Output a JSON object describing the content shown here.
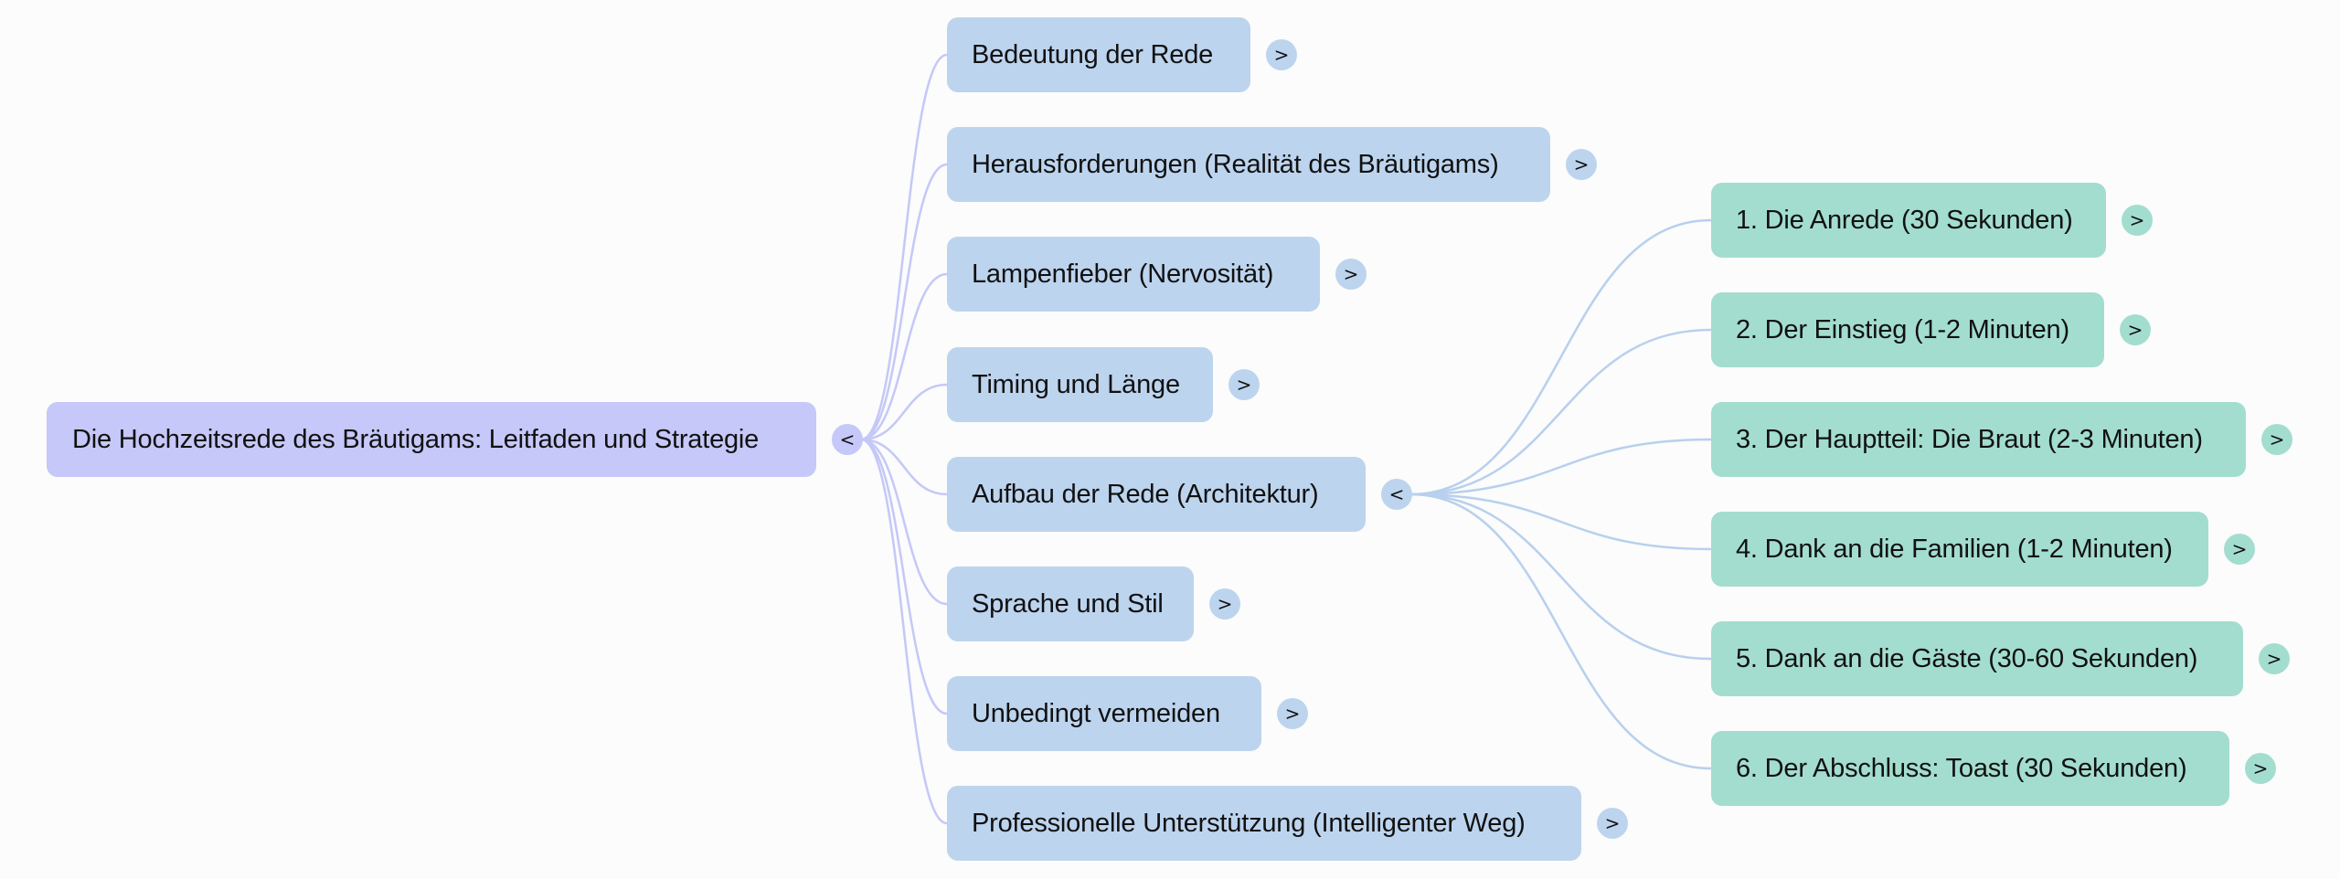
{
  "colors": {
    "background": "#fbfcfb",
    "root": "#c5c8f8",
    "level1": "#bdd4ee",
    "level2": "#a3ddcf",
    "root_links": "#c5c8f7",
    "level1_links": "#b8d0ee"
  },
  "mindmap": {
    "root": {
      "label": "Die Hochzeitsrede des Bräutigams: Leitfaden und Strategie",
      "toggle": "<",
      "toggle_icon": "collapse-icon"
    },
    "children": [
      {
        "label": "Bedeutung der Rede",
        "toggle": ">",
        "toggle_icon": "expand-icon"
      },
      {
        "label": "Herausforderungen (Realität des Bräutigams)",
        "toggle": ">",
        "toggle_icon": "expand-icon"
      },
      {
        "label": "Lampenfieber (Nervosität)",
        "toggle": ">",
        "toggle_icon": "expand-icon"
      },
      {
        "label": "Timing und Länge",
        "toggle": ">",
        "toggle_icon": "expand-icon"
      },
      {
        "label": "Aufbau der Rede (Architektur)",
        "toggle": "<",
        "toggle_icon": "collapse-icon",
        "children": [
          {
            "label": "1. Die Anrede (30 Sekunden)",
            "toggle": ">",
            "toggle_icon": "expand-icon"
          },
          {
            "label": "2. Der Einstieg (1-2 Minuten)",
            "toggle": ">",
            "toggle_icon": "expand-icon"
          },
          {
            "label": "3. Der Hauptteil: Die Braut (2-3 Minuten)",
            "toggle": ">",
            "toggle_icon": "expand-icon"
          },
          {
            "label": "4. Dank an die Familien (1-2 Minuten)",
            "toggle": ">",
            "toggle_icon": "expand-icon"
          },
          {
            "label": "5. Dank an die Gäste (30-60 Sekunden)",
            "toggle": ">",
            "toggle_icon": "expand-icon"
          },
          {
            "label": "6. Der Abschluss: Toast (30 Sekunden)",
            "toggle": ">",
            "toggle_icon": "expand-icon"
          }
        ]
      },
      {
        "label": "Sprache und Stil",
        "toggle": ">",
        "toggle_icon": "expand-icon"
      },
      {
        "label": "Unbedingt vermeiden",
        "toggle": ">",
        "toggle_icon": "expand-icon"
      },
      {
        "label": "Professionelle Unterstützung (Intelligenter Weg)",
        "toggle": ">",
        "toggle_icon": "expand-icon"
      }
    ]
  }
}
